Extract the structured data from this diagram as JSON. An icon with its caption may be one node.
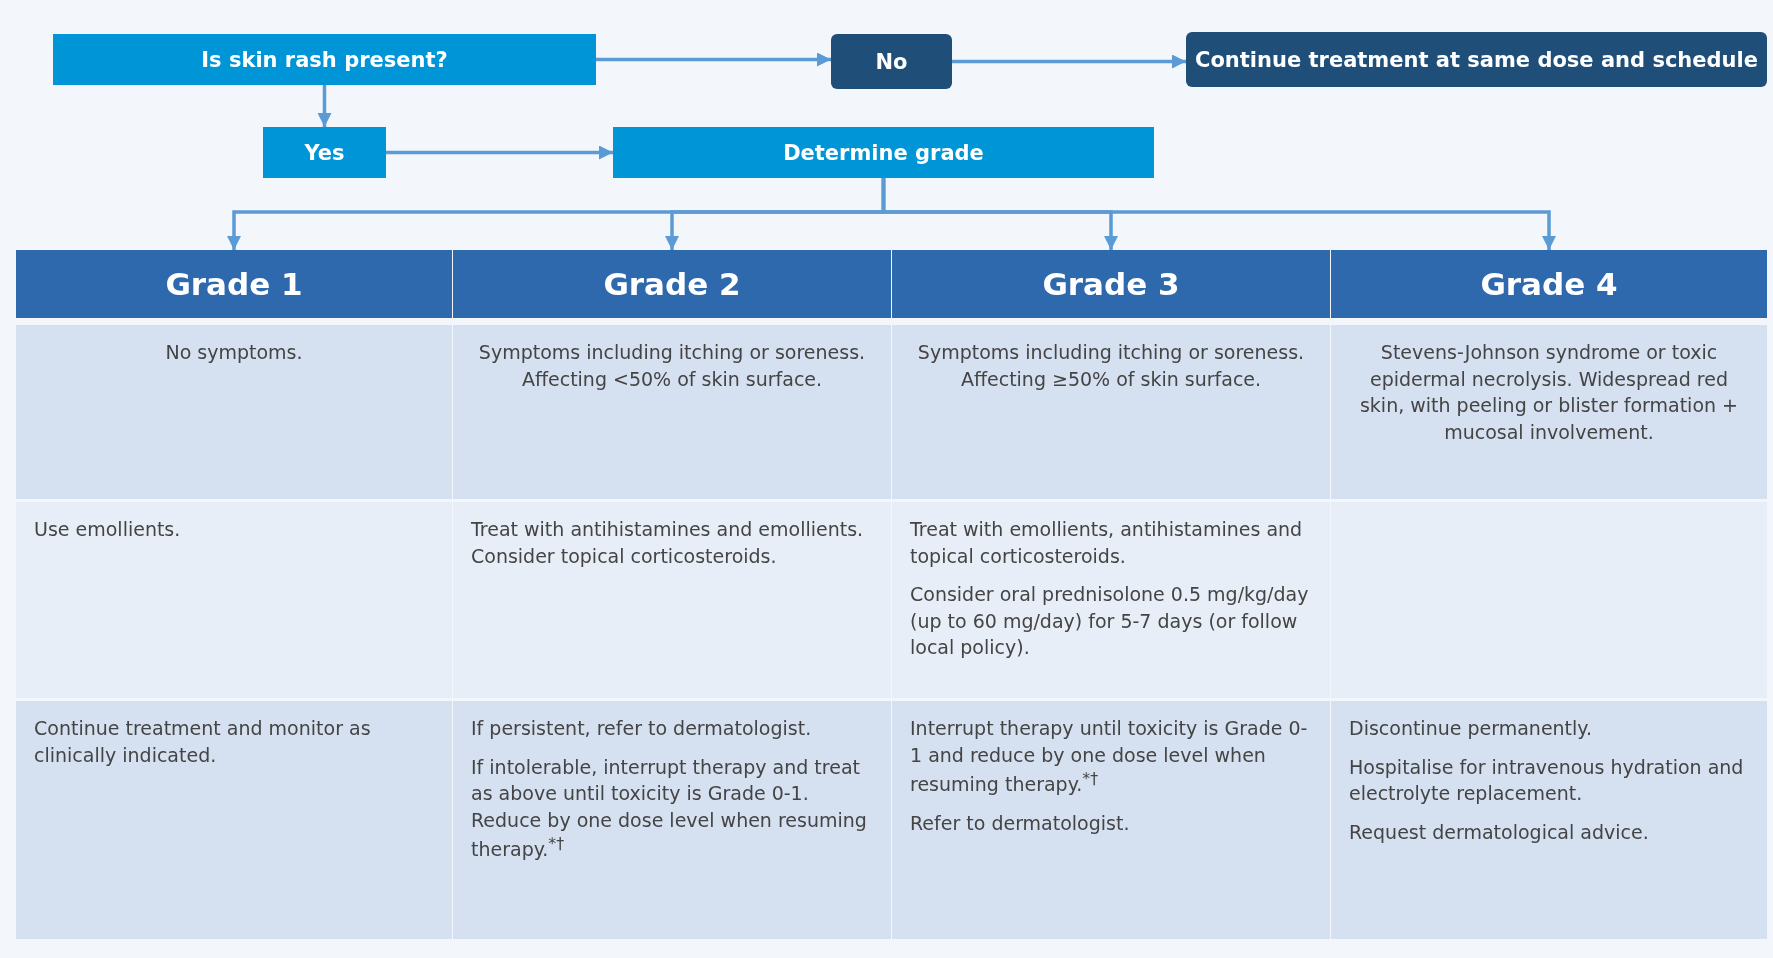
{
  "diagram": {
    "nodes": [
      {
        "text": [
          "Is skin rash present?"
        ]
      },
      {
        "text": [
          "No"
        ]
      },
      {
        "text": [
          "Continue treatment at same dose and schedule"
        ]
      },
      {
        "text": [
          "Yes"
        ]
      },
      {
        "text": [
          "Determine grade"
        ]
      },
      {
        "text": [
          "Grade 1"
        ]
      },
      {
        "text": [
          "Grade 2"
        ]
      },
      {
        "text": [
          "Grade 3"
        ]
      },
      {
        "text": [
          "Grade 4"
        ]
      },
      {
        "text": [
          "No symptoms."
        ]
      },
      {
        "text": [
          "Symptoms including itching or soreness. Affecting <50% of skin surface."
        ]
      },
      {
        "text": [
          "Symptoms including itching or soreness. Affecting ≥50% of skin surface."
        ]
      },
      {
        "text": [
          "Stevens-Johnson syndrome or toxic epidermal necrolysis. Widespread red skin, with peeling or blister formation + mucosal involvement."
        ]
      },
      {
        "text": [
          "Use emollients."
        ]
      },
      {
        "text": [
          "Treat with antihistamines and emollients. Consider topical corticosteroids."
        ]
      },
      {
        "text": [
          "Treat with emollients, antihistamines and topical corticosteroids.",
          "Consider oral prednisolone 0.5 mg/kg/day (up to 60 mg/day) for 5-7 days (or follow local policy)."
        ]
      },
      {
        "text": [],
        "shape": "box"
      },
      {
        "text": [
          "Continue treatment and monitor as clinically indicated."
        ]
      },
      {
        "text": [
          "If persistent, refer to dermatologist.",
          "If intolerable, interrupt therapy and treat as above until toxicity is Grade 0-1. Reduce by one dose level when resuming therapy.$^{*†}$"
        ]
      },
      {
        "text": [
          "Interrupt therapy until toxicity is Grade 0-1 and reduce by one dose level when resuming therapy.$^{*†}$",
          "Refer to dermatologist."
        ]
      },
      {
        "text": [
          "Discontinue permanently.",
          "Hospitalise for intravenous hydration and electrolyte replacement.",
          "Request dermatological advice."
        ]
      }
    ],
    "edges": [
      {
        "from": 0,
        "to": 1,
        "arrow": "to"
      },
      {
        "from": 1,
        "to": 2,
        "arrow": "to"
      },
      {
        "from": 0,
        "to": 3,
        "arrow": "to"
      },
      {
        "from": 3,
        "to": 4,
        "arrow": "to"
      },
      {
        "from": 4,
        "to": 5,
        "arrow": "to"
      },
      {
        "from": 4,
        "to": 6,
        "arrow": "to"
      },
      {
        "from": 4,
        "to": 7,
        "arrow": "to"
      },
      {
        "from": 4,
        "to": 8,
        "arrow": "to"
      }
    ]
  }
}
